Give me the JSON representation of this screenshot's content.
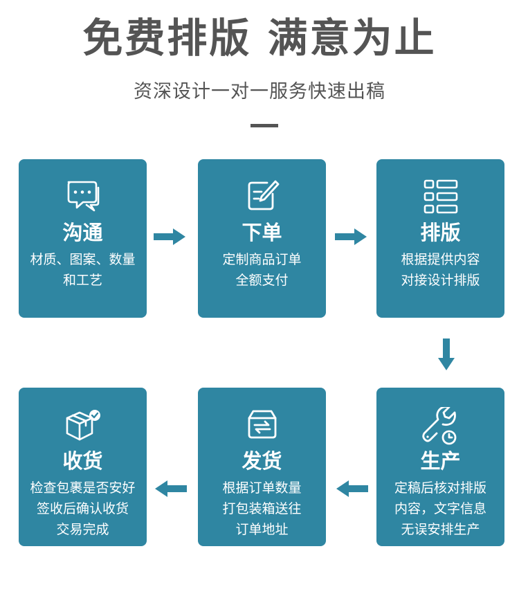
{
  "header": {
    "title": "免费排版 满意为止",
    "subtitle": "资深设计一对一服务快速出稿"
  },
  "colors": {
    "card": "#2f86a2",
    "text_dark": "#545454"
  },
  "steps": [
    {
      "title": "沟通",
      "desc_lines": [
        "材质、图案、数量",
        "和工艺"
      ],
      "icon": "chat-bubble-icon"
    },
    {
      "title": "下单",
      "desc_lines": [
        "定制商品订单",
        "全额支付"
      ],
      "icon": "edit-order-icon"
    },
    {
      "title": "排版",
      "desc_lines": [
        "根据提供内容",
        "对接设计排版"
      ],
      "icon": "layout-grid-icon"
    },
    {
      "title": "生产",
      "desc_lines": [
        "定稿后核对排版",
        "内容，文字信息",
        "无误安排生产"
      ],
      "icon": "wrench-clock-icon"
    },
    {
      "title": "发货",
      "desc_lines": [
        "根据订单数量",
        "打包装箱送往",
        "订单地址"
      ],
      "icon": "outbox-tray-icon"
    },
    {
      "title": "收货",
      "desc_lines": [
        "检查包裹是否安好",
        "签收后确认收货",
        "交易完成"
      ],
      "icon": "package-check-icon"
    }
  ]
}
